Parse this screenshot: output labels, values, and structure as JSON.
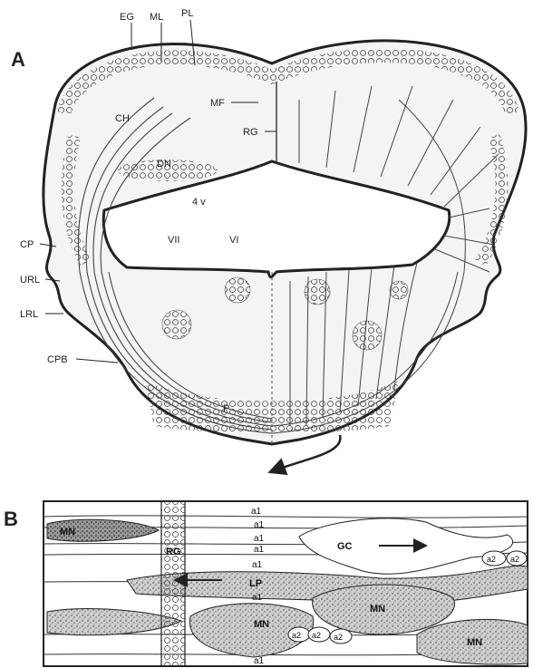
{
  "panel_a": {
    "letter": "A",
    "labels": {
      "eg": "EG",
      "ml": "ML",
      "pl": "PL",
      "ch": "CH",
      "mf": "MF",
      "rg": "RG",
      "dn": "DN",
      "v4": "4 v",
      "vii": "VII",
      "vi": "VI",
      "p": "P",
      "cp": "CP",
      "url": "URL",
      "lrl": "LRL",
      "cpb": "CPB"
    }
  },
  "panel_b": {
    "letter": "B",
    "labels": {
      "mn_left": "MN",
      "rg": "RG",
      "gc": "GC",
      "lp": "LP",
      "mn_center": "MN",
      "mn_lower": "MN",
      "mn_right": "MN",
      "a1_1": "a1",
      "a1_2": "a1",
      "a1_3": "a1",
      "a1_4": "a1",
      "a1_5": "a1",
      "a1_6": "a1",
      "a1_7": "a1",
      "a2_1": "a2",
      "a2_2": "a2",
      "a2_3": "a2",
      "a2_4": "a2",
      "a2_5": "a2"
    }
  }
}
